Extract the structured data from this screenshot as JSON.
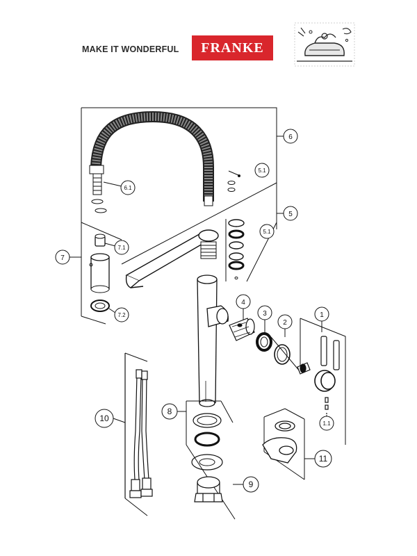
{
  "header": {
    "tagline": "MAKE IT WONDERFUL",
    "brand": "FRANKE",
    "brand_color": "#d9262c",
    "side_icon": "cleaning-sponge-icon"
  },
  "callouts": {
    "c1": "1",
    "c1_1": "1.1",
    "c2": "2",
    "c3": "3",
    "c4": "4",
    "c5": "5",
    "c5_1": "5.1",
    "c6": "6",
    "c6_1": "6.1",
    "c6_b": "5.1",
    "c7": "7",
    "c7_1": "7.1",
    "c7_2": "7.2",
    "c8": "8",
    "c9": "9",
    "c10": "10",
    "c11": "11"
  }
}
